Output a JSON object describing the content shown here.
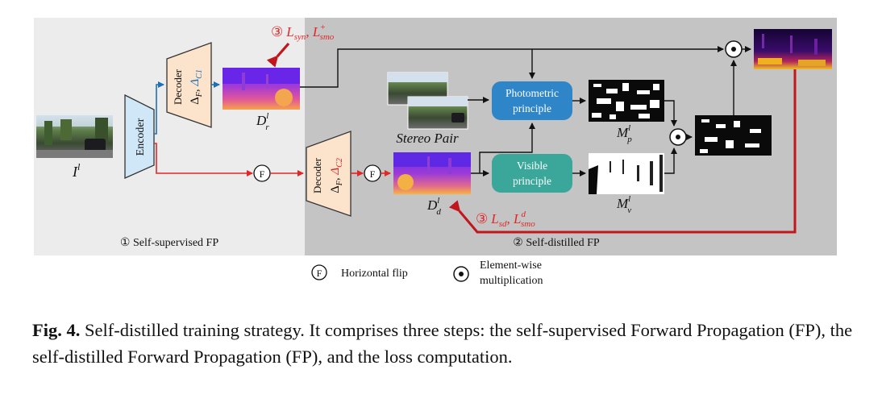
{
  "colors": {
    "left_panel": "#ececec",
    "right_panel": "#c4c4c4",
    "arrow_blue": "#1f6fb2",
    "arrow_red": "#e32626",
    "arrow_dark_red": "#c0161c",
    "encoder_fill": "#cfe7f7",
    "decoder_fill": "#fbe3cc",
    "photometric_box": "#2e86c9",
    "visible_box": "#3aa79a"
  },
  "panels": {
    "left_label": "① Self-supervised FP",
    "right_label": "② Self-distilled FP"
  },
  "blocks": {
    "encoder": "Encoder",
    "decoder1_title": "Decoder",
    "decoder1_sym": "Δ",
    "decoder1_sub1": "F",
    "decoder1_sym2": "Δ",
    "decoder1_sub2": "C1",
    "decoder2_title": "Decoder",
    "decoder2_sym": "Δ",
    "decoder2_sub1": "F",
    "decoder2_sym2": "Δ",
    "decoder2_sub2": "C2",
    "photometric_line1": "Photometric",
    "photometric_line2": "principle",
    "visible_line1": "Visible",
    "visible_line2": "principle"
  },
  "labels": {
    "input_main": "I",
    "input_sup": "l",
    "dr_main": "D",
    "dr_sup": "l",
    "dr_sub": "r",
    "dd_main": "D",
    "dd_sup": "l",
    "dd_sub": "d",
    "stereo_pair": "Stereo Pair",
    "mp_main": "M",
    "mp_sup": "l",
    "mp_sub": "p",
    "mv_main": "M",
    "mv_sup": "l",
    "mv_sub": "v",
    "flip_symbol": "F"
  },
  "losses": {
    "step3_marker": "③",
    "top_L": "L",
    "top_syn": "syn",
    "top_comma": ", ",
    "top_L2": "L",
    "top_plus": "+",
    "top_smo": "smo",
    "bot_L": "L",
    "bot_sd": "sd",
    "bot_comma": ", ",
    "bot_L2": "L",
    "bot_d": "d",
    "bot_smo": "smo"
  },
  "legend": {
    "flip_symbol": "F",
    "flip_label": "Horizontal flip",
    "mult_label_line1": "Element-wise",
    "mult_label_line2": "multiplication"
  },
  "caption": {
    "prefix": "Fig. 4.",
    "text": "Self-distilled training strategy. It comprises three steps: the self-supervised Forward Propagation (FP), the self-distilled Forward Propagation (FP), and the loss computation."
  }
}
